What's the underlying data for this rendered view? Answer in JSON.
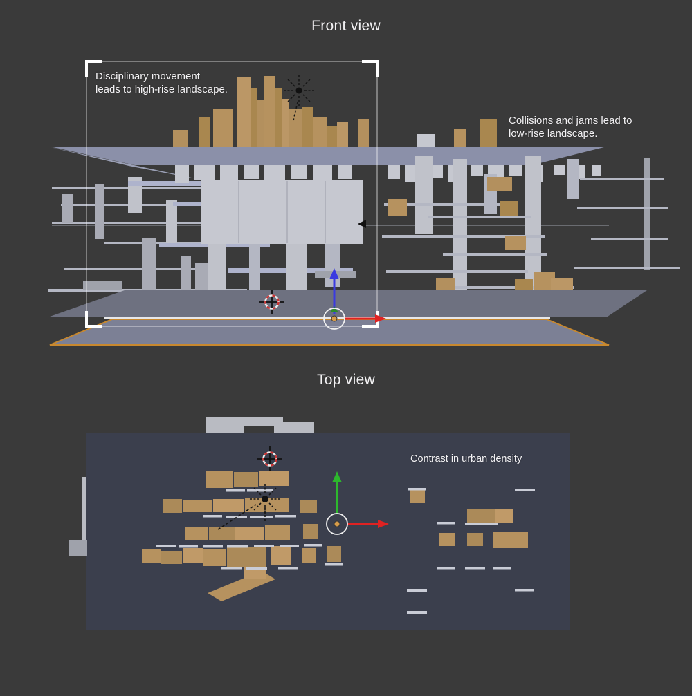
{
  "front_view": {
    "title": "Front view",
    "annotation_high_rise": {
      "line1": "Disciplinary movement",
      "line2": "leads to high-rise landscape."
    },
    "annotation_low_rise": {
      "line1": "Collisions and jams lead to",
      "line2": "low-rise landscape."
    }
  },
  "top_view": {
    "title": "Top view",
    "annotation_density": "Contrast in urban density"
  },
  "icons": {
    "sun_lamp": "sun-lamp-icon",
    "cursor_3d": "3d-cursor-icon",
    "axis_x": "x-axis-arrow-icon",
    "axis_y": "y-axis-arrow-icon",
    "axis_z": "z-axis-arrow-icon",
    "origin": "origin-point-icon",
    "camera_frame": "camera-frame-icon"
  },
  "colors": {
    "background": "#3a3a3a",
    "top_view_panel": "#3b3f4d",
    "sky_plane": "#8b90a9",
    "ground_back": "#6e7180",
    "ground_selected": "#7c8095",
    "selection_outline_orange": "#c8882e",
    "building_gray": "#c6c8d0",
    "building_tan": "#b6925f",
    "shelf_lavender": "#aeb3cc",
    "camera_frame_white": "#ffffff",
    "axis_x_red": "#e02222",
    "axis_y_green": "#2db82d",
    "axis_z_blue": "#3a3ae0",
    "origin_orange_dot": "#d79c4a",
    "cursor_red": "#cc3333"
  }
}
